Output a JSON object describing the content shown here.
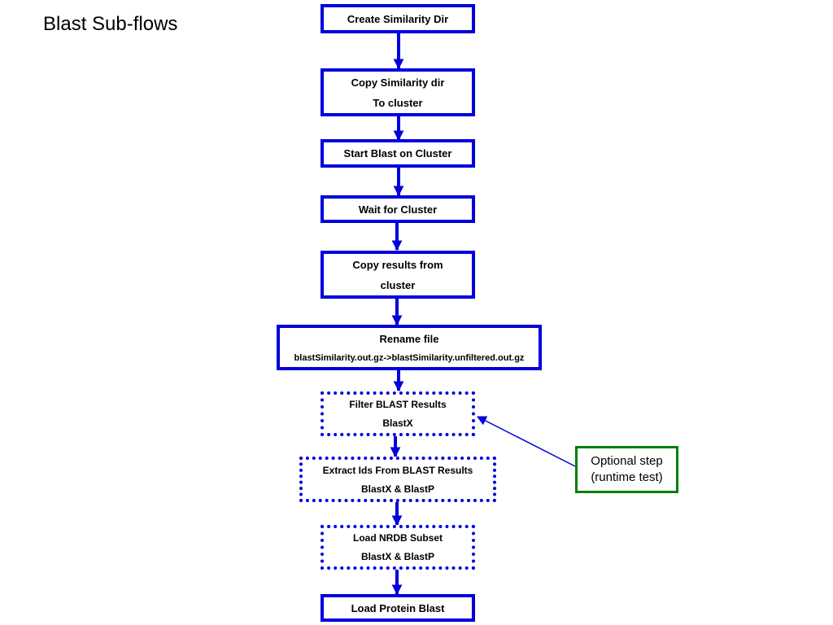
{
  "title": "Blast Sub-flows",
  "nodes": [
    {
      "id": "create-similarity-dir",
      "line1": "Create Similarity Dir",
      "line2": "",
      "style": "solid"
    },
    {
      "id": "copy-similarity-dir",
      "line1": "Copy Similarity dir",
      "line2": "To cluster",
      "style": "solid"
    },
    {
      "id": "start-blast",
      "line1": "Start Blast on Cluster",
      "line2": "",
      "style": "solid"
    },
    {
      "id": "wait-cluster",
      "line1": "Wait for Cluster",
      "line2": "",
      "style": "solid"
    },
    {
      "id": "copy-results",
      "line1": "Copy results from",
      "line2": "cluster",
      "style": "solid"
    },
    {
      "id": "rename-file",
      "line1": "Rename file",
      "line2": "blastSimilarity.out.gz->blastSimilarity.unfiltered.out.gz",
      "style": "solid"
    },
    {
      "id": "filter-blast",
      "line1": "Filter BLAST Results",
      "line2": "BlastX",
      "style": "dotted"
    },
    {
      "id": "extract-ids",
      "line1": "Extract Ids From BLAST Results",
      "line2": "BlastX & BlastP",
      "style": "dotted"
    },
    {
      "id": "load-nrdb",
      "line1": "Load NRDB Subset",
      "line2": "BlastX & BlastP",
      "style": "dotted"
    },
    {
      "id": "load-protein-blast",
      "line1": "Load Protein Blast",
      "line2": "",
      "style": "solid"
    }
  ],
  "note": {
    "line1": "Optional step",
    "line2": "(runtime test)"
  },
  "colors": {
    "flow_border": "#0000dd",
    "arrow": "#0000dd",
    "note_border": "#008000"
  }
}
